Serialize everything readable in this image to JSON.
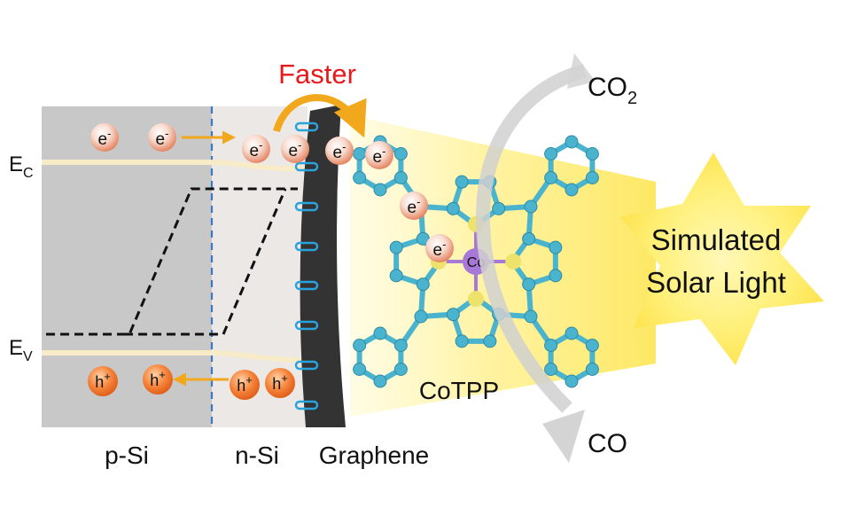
{
  "title": "Faster",
  "band_labels": {
    "ec_main": "E",
    "ec_sub": "C",
    "ev_main": "E",
    "ev_sub": "V"
  },
  "regions": {
    "p_si": "p-Si",
    "n_si": "n-Si",
    "graphene": "Graphene"
  },
  "molecule": {
    "name": "CoTPP",
    "metal": "Co"
  },
  "light": {
    "line1": "Simulated",
    "line2": "Solar Light"
  },
  "reaction": {
    "reactant_main": "CO",
    "reactant_sub": "2",
    "product": "CO"
  },
  "carriers": {
    "electron_base": "e",
    "electron_sup": "-",
    "hole_base": "h",
    "hole_sup": "+"
  },
  "colors": {
    "p_si": "#c8c8c8",
    "n_si": "#ebe8e6",
    "graphene": "#333333",
    "title": "#e8191c",
    "arrow": "#f2a81d",
    "molecule": "#4ab4cf",
    "pyrrole_n": "#ede26a",
    "cobalt": "#a878d8",
    "light": "#fff06a",
    "divider": "#3a78c8"
  }
}
